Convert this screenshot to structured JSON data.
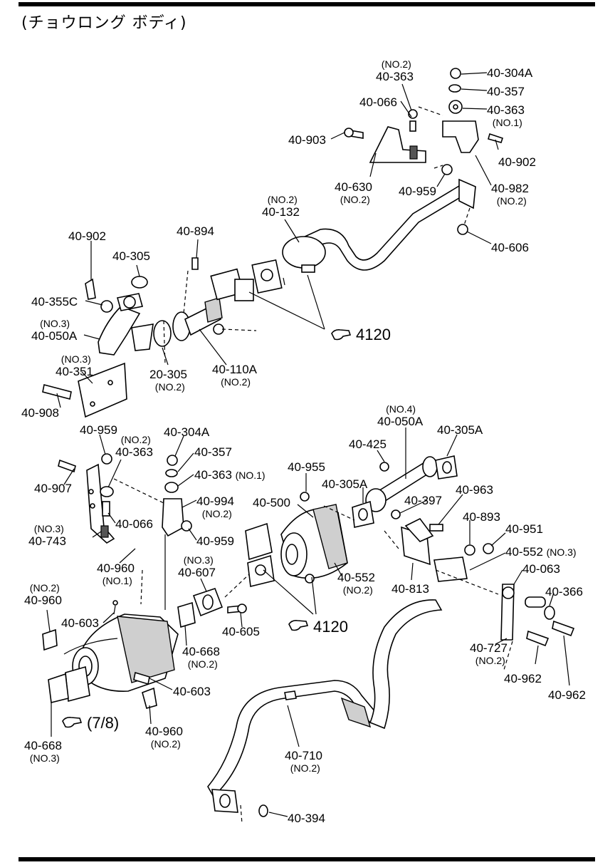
{
  "header": {
    "title": "(チョウロング ボディ)"
  },
  "cross_references": {
    "top": "4120",
    "middle": "4120",
    "lower_left": "(7/8)"
  },
  "callouts": [
    {
      "id": "c1",
      "num": "40-363",
      "qual": "(NO.2)"
    },
    {
      "id": "c2",
      "num": "40-304A",
      "qual": ""
    },
    {
      "id": "c3",
      "num": "40-357",
      "qual": ""
    },
    {
      "id": "c4",
      "num": "40-066",
      "qual": ""
    },
    {
      "id": "c5",
      "num": "40-363",
      "qual": "(NO.1)"
    },
    {
      "id": "c6",
      "num": "40-903",
      "qual": ""
    },
    {
      "id": "c7",
      "num": "40-902",
      "qual": ""
    },
    {
      "id": "c8",
      "num": "40-630",
      "qual": "(NO.2)"
    },
    {
      "id": "c9",
      "num": "40-959",
      "qual": ""
    },
    {
      "id": "c10",
      "num": "40-982",
      "qual": "(NO.2)"
    },
    {
      "id": "c11",
      "num": "40-132",
      "qual": "(NO.2)"
    },
    {
      "id": "c12",
      "num": "40-606",
      "qual": ""
    },
    {
      "id": "c13",
      "num": "40-902",
      "qual": ""
    },
    {
      "id": "c14",
      "num": "40-894",
      "qual": ""
    },
    {
      "id": "c15",
      "num": "40-305",
      "qual": ""
    },
    {
      "id": "c16",
      "num": "40-355C",
      "qual": ""
    },
    {
      "id": "c17",
      "num": "40-050A",
      "qual": "(NO.3)"
    },
    {
      "id": "c18",
      "num": "40-351",
      "qual": "(NO.3)"
    },
    {
      "id": "c19",
      "num": "20-305",
      "qual": "(NO.2)"
    },
    {
      "id": "c20",
      "num": "40-110A",
      "qual": "(NO.2)"
    },
    {
      "id": "c21",
      "num": "40-908",
      "qual": ""
    },
    {
      "id": "c22",
      "num": "40-050A",
      "qual": "(NO.4)"
    },
    {
      "id": "c23",
      "num": "40-305A",
      "qual": ""
    },
    {
      "id": "c24",
      "num": "40-959",
      "qual": ""
    },
    {
      "id": "c25",
      "num": "40-363",
      "qual": "(NO.2)"
    },
    {
      "id": "c26",
      "num": "40-304A",
      "qual": ""
    },
    {
      "id": "c27",
      "num": "40-357",
      "qual": ""
    },
    {
      "id": "c28",
      "num": "40-425",
      "qual": ""
    },
    {
      "id": "c29",
      "num": "40-955",
      "qual": ""
    },
    {
      "id": "c30",
      "num": "40-363",
      "qual": "(NO.1)"
    },
    {
      "id": "c31",
      "num": "40-907",
      "qual": ""
    },
    {
      "id": "c32",
      "num": "40-994",
      "qual": "(NO.2)"
    },
    {
      "id": "c33",
      "num": "40-305A",
      "qual": ""
    },
    {
      "id": "c34",
      "num": "40-963",
      "qual": ""
    },
    {
      "id": "c35",
      "num": "40-500",
      "qual": ""
    },
    {
      "id": "c36",
      "num": "40-397",
      "qual": ""
    },
    {
      "id": "c37",
      "num": "40-066",
      "qual": ""
    },
    {
      "id": "c38",
      "num": "40-893",
      "qual": ""
    },
    {
      "id": "c39",
      "num": "40-743",
      "qual": "(NO.3)"
    },
    {
      "id": "c40",
      "num": "40-951",
      "qual": ""
    },
    {
      "id": "c41",
      "num": "40-959",
      "qual": ""
    },
    {
      "id": "c42",
      "num": "40-552",
      "qual": "(NO.3)"
    },
    {
      "id": "c43",
      "num": "40-960",
      "qual": "(NO.1)"
    },
    {
      "id": "c44",
      "num": "40-607",
      "qual": "(NO.3)"
    },
    {
      "id": "c45",
      "num": "40-063",
      "qual": ""
    },
    {
      "id": "c46",
      "num": "40-552",
      "qual": "(NO.2)"
    },
    {
      "id": "c47",
      "num": "40-813",
      "qual": ""
    },
    {
      "id": "c48",
      "num": "40-366",
      "qual": ""
    },
    {
      "id": "c49",
      "num": "40-960",
      "qual": "(NO.2)"
    },
    {
      "id": "c50",
      "num": "40-603",
      "qual": ""
    },
    {
      "id": "c51",
      "num": "40-605",
      "qual": ""
    },
    {
      "id": "c52",
      "num": "40-668",
      "qual": "(NO.2)"
    },
    {
      "id": "c53",
      "num": "40-727",
      "qual": "(NO.2)"
    },
    {
      "id": "c54",
      "num": "40-962",
      "qual": ""
    },
    {
      "id": "c55",
      "num": "40-962",
      "qual": ""
    },
    {
      "id": "c56",
      "num": "40-603",
      "qual": ""
    },
    {
      "id": "c57",
      "num": "40-960",
      "qual": "(NO.2)"
    },
    {
      "id": "c58",
      "num": "40-668",
      "qual": "(NO.3)"
    },
    {
      "id": "c59",
      "num": "40-710",
      "qual": "(NO.2)"
    },
    {
      "id": "c60",
      "num": "40-394",
      "qual": ""
    }
  ]
}
